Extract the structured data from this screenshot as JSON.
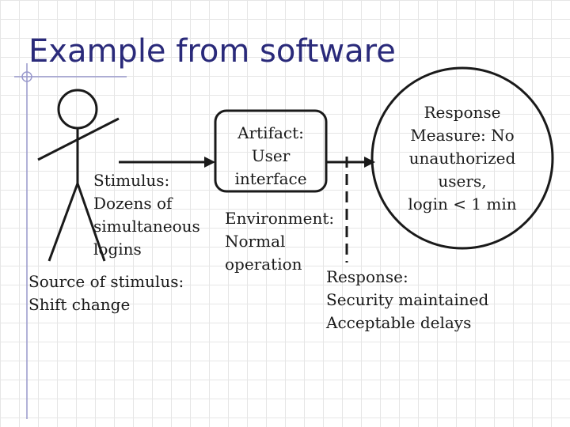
{
  "title": "Example from software",
  "source": {
    "heading": "Source of stimulus:",
    "value": "Shift change"
  },
  "stimulus": {
    "line1": "Stimulus:",
    "line2": "Dozens of",
    "line3": "simultaneous",
    "line4": "logins"
  },
  "artifact": {
    "line1": "Artifact:",
    "line2": "User",
    "line3": "interface"
  },
  "environment": {
    "line1": "Environment:",
    "line2": "Normal",
    "line3": "operation"
  },
  "response": {
    "line1": "Response:",
    "line2": "Security maintained",
    "line3": "Acceptable delays"
  },
  "response_measure": {
    "line1": "Response",
    "line2": "Measure: No",
    "line3": "unauthorized",
    "line4": "users,",
    "line5": "login < 1 min"
  },
  "colors": {
    "title": "#2a2a7a",
    "decoration": "#9999cc",
    "ink": "#1a1a1a"
  }
}
